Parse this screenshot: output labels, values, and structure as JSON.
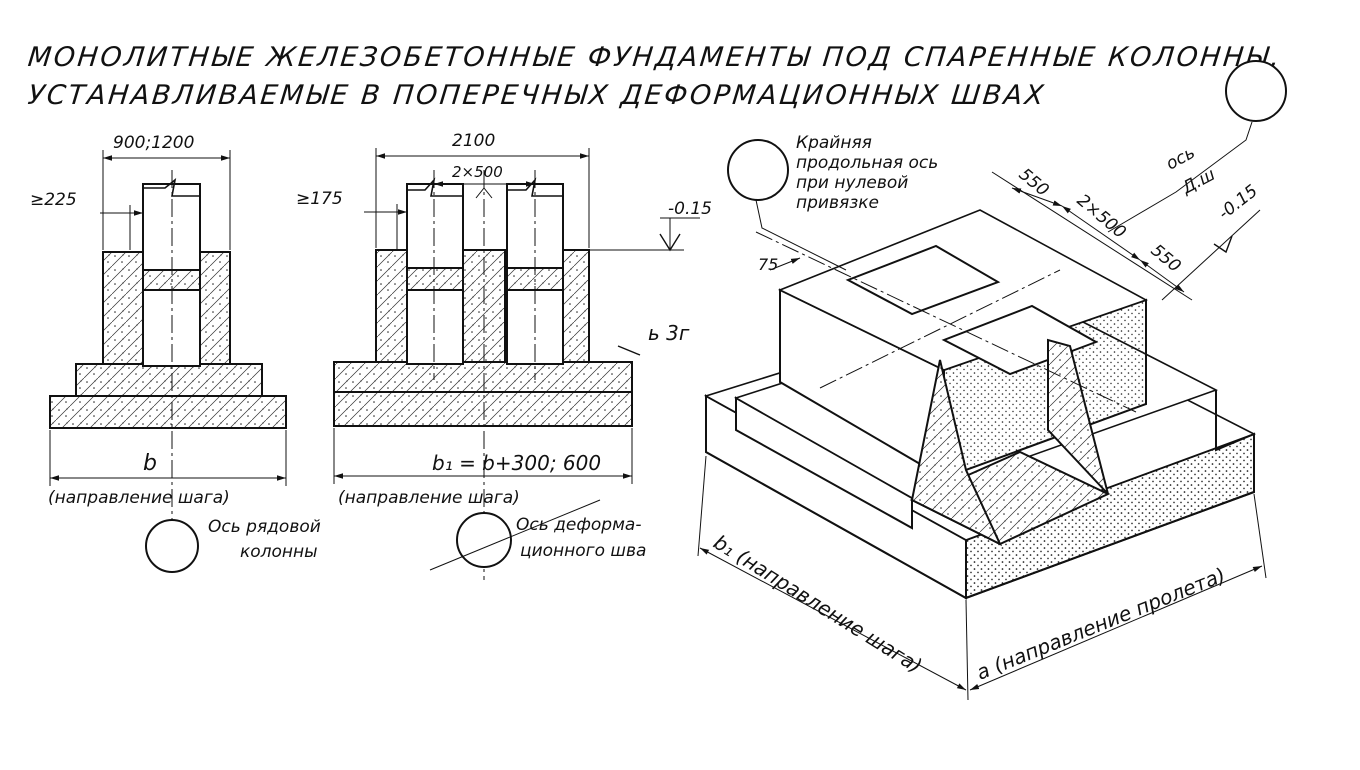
{
  "title": {
    "line1": "МОНОЛИТНЫЕ ЖЕЛЕЗОБЕТОННЫЕ ФУНДАМЕНТЫ ПОД СПАРЕННЫЕ КОЛОННЫ,",
    "line2": "УСТАНАВЛИВАЕМЫЕ В ПОПЕРЕЧНЫХ ДЕФОРМАЦИОННЫХ ШВАХ"
  },
  "section_a": {
    "dim_top": "900;1200",
    "dim_left": "≥225",
    "dim_b": "b",
    "direction": "(направление шага)",
    "axis_label_1": "Ось рядовой",
    "axis_label_2": "колонны"
  },
  "section_b": {
    "dim_total": "2100",
    "dim_mid": "2×500",
    "dim_left": "≥175",
    "level": "-0.15",
    "dim_b1": "b₁ = b+300; 600",
    "direction": "(направление шага)",
    "axis_label_1": "Ось деформа-",
    "axis_label_2": "ционного шва",
    "handwritten": "ь 3г"
  },
  "iso": {
    "edge_axis_1": "Крайняя",
    "edge_axis_2": "продольная ось",
    "edge_axis_3": "при нулевой",
    "edge_axis_4": "привязке",
    "axis_top_1": "ось",
    "axis_top_2": "Д.ш",
    "level": "-0.15",
    "dim_550_a": "550",
    "dim_2x500": "2×500",
    "dim_550_b": "550",
    "dim_75": "75",
    "dim_b1_dir": "b₁ (направление шага)",
    "dim_a_dir": "a (направление пролета)"
  }
}
